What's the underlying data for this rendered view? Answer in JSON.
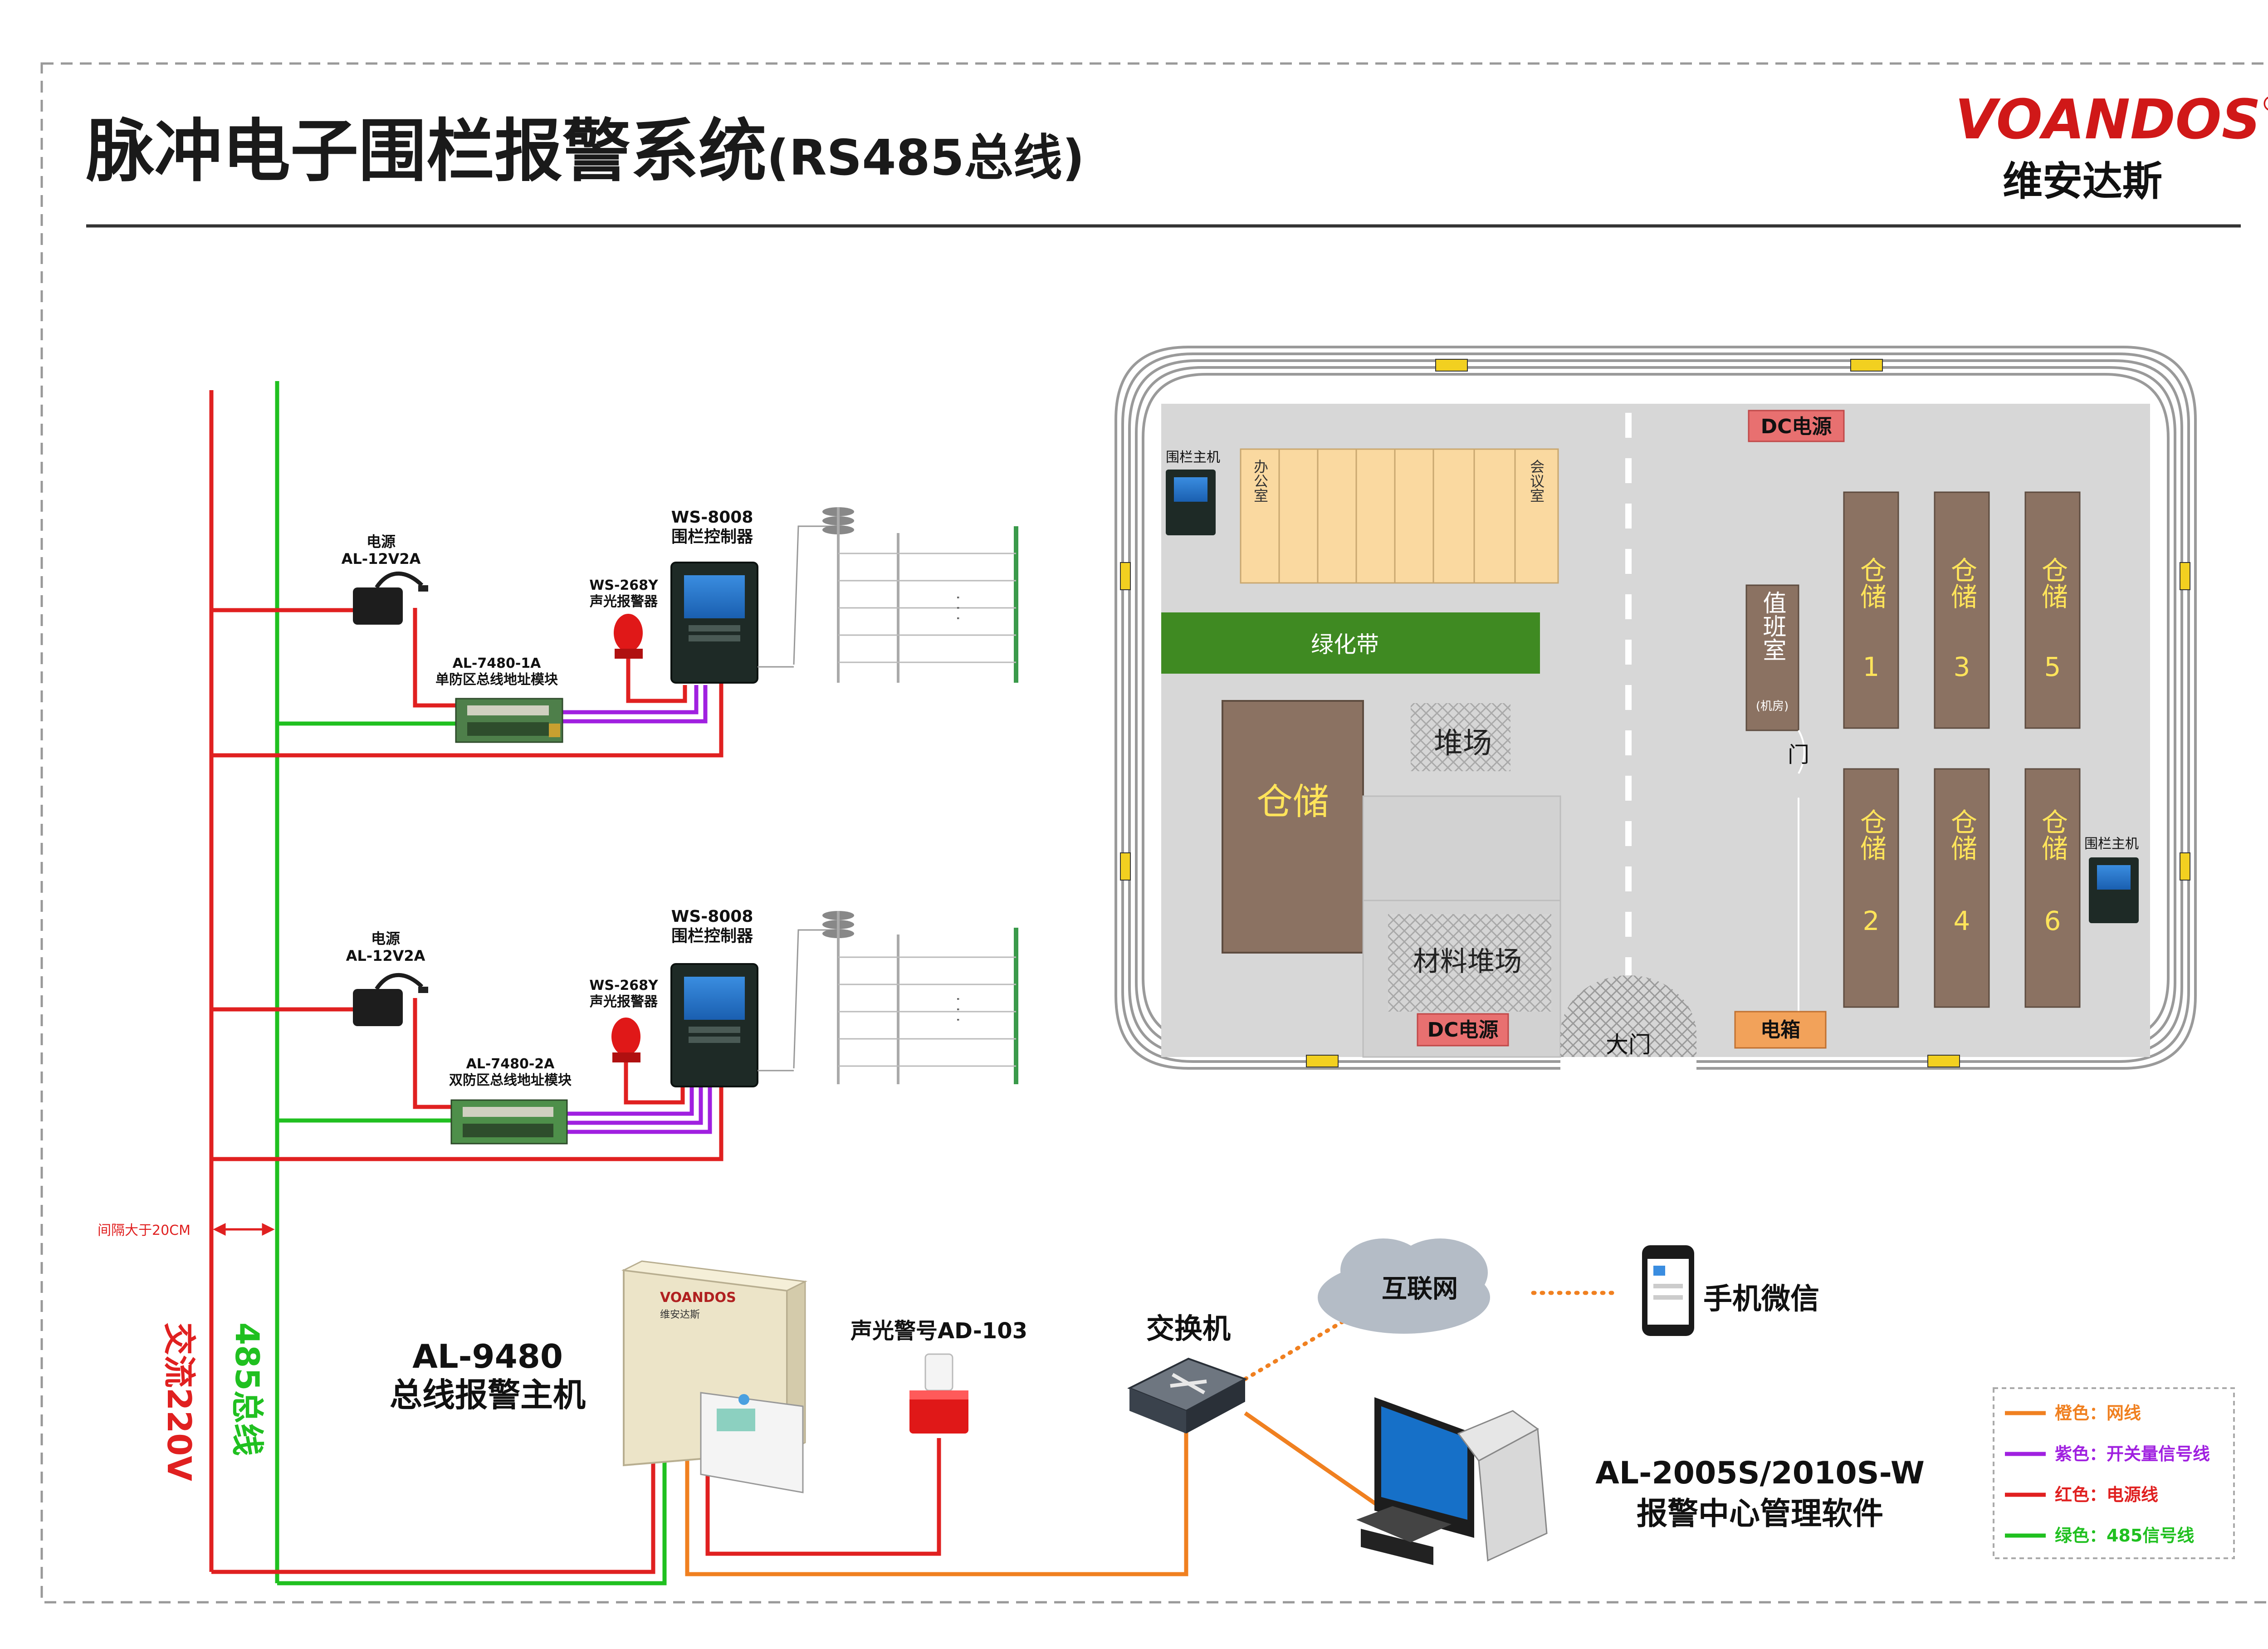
{
  "header": {
    "title": "脉冲电子围栏报警系统",
    "title_suffix": "(RS485总线)",
    "brand_en": "VOANDOS",
    "brand_reg": "®",
    "brand_cn": "维安达斯"
  },
  "bus": {
    "ac_label": "交流220V",
    "bus_label": "485总线",
    "spacing_note": "间隔大于20CM"
  },
  "group1": {
    "psu_title": "电源",
    "psu_model": "AL-12V2A",
    "module_model": "AL-7480-1A",
    "module_name": "单防区总线地址模块",
    "alarm_model": "WS-268Y",
    "alarm_name": "声光报警器",
    "ctrl_model": "WS-8008",
    "ctrl_name": "围栏控制器",
    "dots": "·  ·  ·"
  },
  "group2": {
    "psu_title": "电源",
    "psu_model": "AL-12V2A",
    "module_model": "AL-7480-2A",
    "module_name": "双防区总线地址模块",
    "alarm_model": "WS-268Y",
    "alarm_name": "声光报警器",
    "ctrl_model": "WS-8008",
    "ctrl_name": "围栏控制器",
    "dots": "·  ·  ·"
  },
  "bottom": {
    "host_model": "AL-9480",
    "host_name": "总线报警主机",
    "host_brand": "VOANDOS",
    "host_brand_cn": "维安达斯",
    "siren_label": "声光警号AD-103",
    "switch_label": "交换机",
    "internet_label": "互联网",
    "phone_label": "手机微信",
    "software_model": "AL-2005S/2010S-W",
    "software_name": "报警中心管理软件"
  },
  "legend": [
    {
      "label": "橙色：网线",
      "color": "#f08020"
    },
    {
      "label": "紫色：开关量信号线",
      "color": "#a020e0"
    },
    {
      "label": "红色：电源线",
      "color": "#e02020"
    },
    {
      "label": "绿色：485信号线",
      "color": "#20c020"
    }
  ],
  "site_map": {
    "dc_power_top": "DC电源",
    "dc_power_bottom": "DC电源",
    "fence_host_left": "围栏主机",
    "fence_host_right": "围栏主机",
    "office": "办公室",
    "meeting": "会议室",
    "green_belt": "绿化带",
    "big_warehouse": "仓储",
    "yard": "堆场",
    "material_yard": "材料堆场",
    "duty_room": "值班室",
    "duty_room_note": "(机房)",
    "door": "门",
    "main_gate": "大门",
    "electric_box": "电箱",
    "warehouses": [
      {
        "name": "仓储",
        "num": "1"
      },
      {
        "name": "仓储",
        "num": "3"
      },
      {
        "name": "仓储",
        "num": "5"
      },
      {
        "name": "仓储",
        "num": "2"
      },
      {
        "name": "仓储",
        "num": "4"
      },
      {
        "name": "仓储",
        "num": "6"
      }
    ]
  },
  "colors": {
    "power": "#e02020",
    "bus485": "#20c020",
    "signal": "#a020e0",
    "network": "#f08020",
    "brand_red": "#d01818",
    "warehouse": "#8b7262",
    "green_belt": "#3f8a22",
    "office": "#fad9a0"
  }
}
